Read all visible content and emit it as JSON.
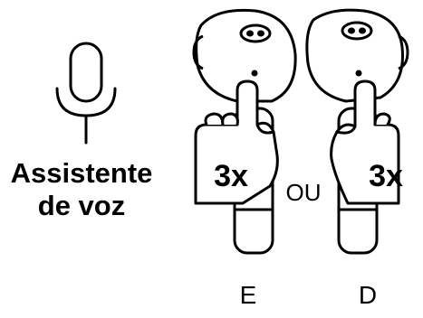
{
  "assistant": {
    "line1": "Assistente",
    "line2": "de voz"
  },
  "gesture": {
    "left_press_label": "3x",
    "right_press_label": "3x",
    "or_label": "OU"
  },
  "earbuds": {
    "left_label": "E",
    "right_label": "D"
  },
  "icons": {
    "microphone": "microphone-icon",
    "earbud": "earbud-icon",
    "hand": "tapping-hand-icon"
  }
}
